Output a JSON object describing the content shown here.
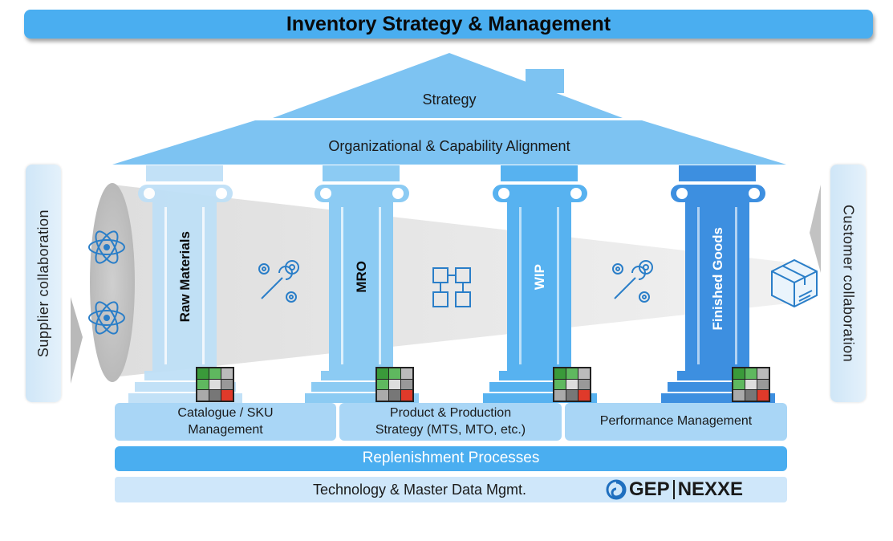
{
  "title": "Inventory Strategy & Management",
  "roof": {
    "top_label": "Strategy",
    "beam_label": "Organizational  & Capability Alignment"
  },
  "sides": {
    "left_label": "Supplier  collaboration",
    "right_label": "Customer collaboration"
  },
  "pillars": [
    {
      "label": "Raw Materials",
      "color": "#bfe0f7",
      "text_color": "#0a0a0a"
    },
    {
      "label": "MRO",
      "color": "#8ccbf3",
      "text_color": "#0a0a0a"
    },
    {
      "label": "WIP",
      "color": "#57b2f0",
      "text_color": "#ffffff"
    },
    {
      "label": "Finished  Goods",
      "color": "#3d8fe0",
      "text_color": "#ffffff"
    }
  ],
  "icons": {
    "left_cone": [
      "atom-icon",
      "atom-icon"
    ],
    "between": [
      "gears-wrench-icon",
      "blocks-icon",
      "gears-wrench-icon"
    ],
    "right_end": "box-icon",
    "pillar_base": "matrix-grid-icon"
  },
  "base": {
    "row1": [
      "Catalogue / SKU\nManagement",
      "Product & Production\nStrategy (MTS, MTO, etc.)",
      "Performance Management"
    ],
    "replenishment": "Replenishment Processes",
    "technology": "Technology  & Master Data Mgmt.",
    "brand_left": "GEP",
    "brand_right": "NEXXE"
  },
  "colors": {
    "title_bar": "#4aaef0",
    "roof": "#7dc3f2",
    "replenishment_bar": "#4aaef0",
    "row1_boxes": "#a9d6f6",
    "tech_bar": "#cfe7fa",
    "cone_gray": "#dcdcdc",
    "icon_blue": "#2a7ec8"
  }
}
